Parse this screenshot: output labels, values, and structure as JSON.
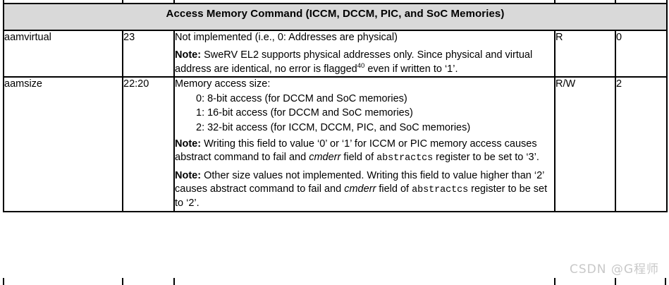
{
  "table": {
    "group_header": "Access Memory Command (ICCM, DCCM, PIC, and SoC Memories)",
    "rows": [
      {
        "field_name": "aamvirtual",
        "bits": "23",
        "description_line1": "Not implemented (i.e., 0: Addresses are physical)",
        "note_label": "Note:",
        "note_text_a": " SweRV EL2 supports physical addresses only.  Since physical and virtual address are identical, no error is flagged",
        "note_footnote": "40",
        "note_text_b": " even if written to ‘1’.",
        "access": "R",
        "reset": "0"
      },
      {
        "field_name": "aamsize",
        "bits": "22:20",
        "description_line1": "Memory access size:",
        "options": [
          "0: 8-bit access (for DCCM and SoC memories)",
          "1: 16-bit access (for DCCM and SoC memories)",
          "2: 32-bit access (for ICCM, DCCM, PIC, and SoC memories)"
        ],
        "note1_label": "Note:",
        "note1_part1": " Writing this field to value ‘0’ or ‘1’ for ICCM or PIC memory access causes abstract command to fail and ",
        "note1_italic": "cmderr",
        "note1_part2": " field of ",
        "note1_mono": "abstractcs",
        "note1_part3": " register to be set to ‘3’.",
        "note2_label": "Note:",
        "note2_part1": " Other size values not implemented.  Writing this field to value higher than ‘2’ causes abstract command to fail and ",
        "note2_italic": "cmderr",
        "note2_part2": " field of ",
        "note2_mono": "abstractcs",
        "note2_part3": " register to be set to ‘2’.",
        "access": "R/W",
        "reset": "2"
      }
    ]
  },
  "watermark": {
    "text": "CSDN @G程师"
  },
  "colors": {
    "header_background": "#d9d9d9",
    "border": "#000000",
    "text": "#000000",
    "watermark": "#c8c8c8"
  }
}
